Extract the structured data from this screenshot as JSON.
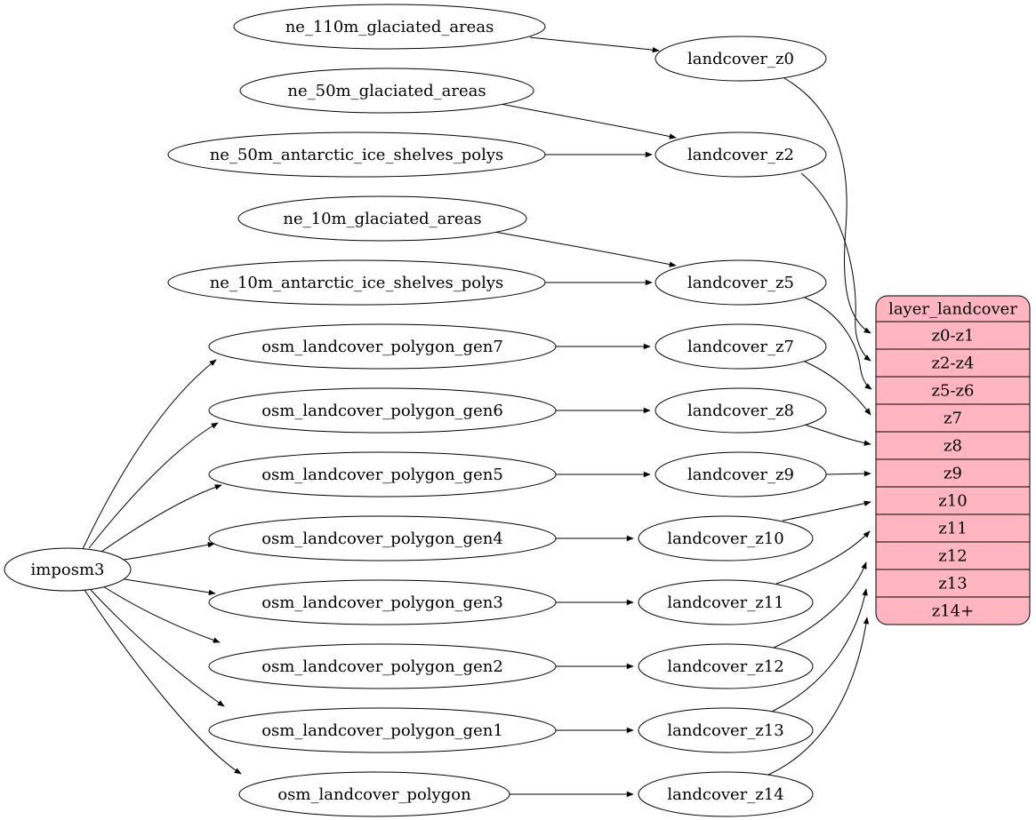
{
  "diagram": {
    "type": "dependency-graph",
    "colors": {
      "background": "#ffffff",
      "node_fill": "#ffffff",
      "node_stroke": "#000000",
      "edge": "#000000",
      "text": "#000000",
      "record_fill": "#ffb6c1",
      "record_stroke": "#000000"
    },
    "nodes": [
      {
        "id": "imposm3",
        "label": "imposm3"
      },
      {
        "id": "ne_110m_glaciated_areas",
        "label": "ne_110m_glaciated_areas"
      },
      {
        "id": "ne_50m_glaciated_areas",
        "label": "ne_50m_glaciated_areas"
      },
      {
        "id": "ne_50m_antarctic_ice_shelves_polys",
        "label": "ne_50m_antarctic_ice_shelves_polys"
      },
      {
        "id": "ne_10m_glaciated_areas",
        "label": "ne_10m_glaciated_areas"
      },
      {
        "id": "ne_10m_antarctic_ice_shelves_polys",
        "label": "ne_10m_antarctic_ice_shelves_polys"
      },
      {
        "id": "osm_landcover_polygon_gen7",
        "label": "osm_landcover_polygon_gen7"
      },
      {
        "id": "osm_landcover_polygon_gen6",
        "label": "osm_landcover_polygon_gen6"
      },
      {
        "id": "osm_landcover_polygon_gen5",
        "label": "osm_landcover_polygon_gen5"
      },
      {
        "id": "osm_landcover_polygon_gen4",
        "label": "osm_landcover_polygon_gen4"
      },
      {
        "id": "osm_landcover_polygon_gen3",
        "label": "osm_landcover_polygon_gen3"
      },
      {
        "id": "osm_landcover_polygon_gen2",
        "label": "osm_landcover_polygon_gen2"
      },
      {
        "id": "osm_landcover_polygon_gen1",
        "label": "osm_landcover_polygon_gen1"
      },
      {
        "id": "osm_landcover_polygon",
        "label": "osm_landcover_polygon"
      },
      {
        "id": "landcover_z0",
        "label": "landcover_z0"
      },
      {
        "id": "landcover_z2",
        "label": "landcover_z2"
      },
      {
        "id": "landcover_z5",
        "label": "landcover_z5"
      },
      {
        "id": "landcover_z7",
        "label": "landcover_z7"
      },
      {
        "id": "landcover_z8",
        "label": "landcover_z8"
      },
      {
        "id": "landcover_z9",
        "label": "landcover_z9"
      },
      {
        "id": "landcover_z10",
        "label": "landcover_z10"
      },
      {
        "id": "landcover_z11",
        "label": "landcover_z11"
      },
      {
        "id": "landcover_z12",
        "label": "landcover_z12"
      },
      {
        "id": "landcover_z13",
        "label": "landcover_z13"
      },
      {
        "id": "landcover_z14",
        "label": "landcover_z14"
      }
    ],
    "record": {
      "id": "layer_landcover",
      "title": "layer_landcover",
      "rows": [
        "z0-z1",
        "z2-z4",
        "z5-z6",
        "z7",
        "z8",
        "z9",
        "z10",
        "z11",
        "z12",
        "z13",
        "z14+"
      ]
    },
    "edges": [
      {
        "from": "ne_110m_glaciated_areas",
        "to": "landcover_z0"
      },
      {
        "from": "ne_50m_glaciated_areas",
        "to": "landcover_z2"
      },
      {
        "from": "ne_50m_antarctic_ice_shelves_polys",
        "to": "landcover_z2"
      },
      {
        "from": "ne_10m_glaciated_areas",
        "to": "landcover_z5"
      },
      {
        "from": "ne_10m_antarctic_ice_shelves_polys",
        "to": "landcover_z5"
      },
      {
        "from": "imposm3",
        "to": "osm_landcover_polygon_gen7"
      },
      {
        "from": "imposm3",
        "to": "osm_landcover_polygon_gen6"
      },
      {
        "from": "imposm3",
        "to": "osm_landcover_polygon_gen5"
      },
      {
        "from": "imposm3",
        "to": "osm_landcover_polygon_gen4"
      },
      {
        "from": "imposm3",
        "to": "osm_landcover_polygon_gen3"
      },
      {
        "from": "imposm3",
        "to": "osm_landcover_polygon_gen2"
      },
      {
        "from": "imposm3",
        "to": "osm_landcover_polygon_gen1"
      },
      {
        "from": "imposm3",
        "to": "osm_landcover_polygon"
      },
      {
        "from": "osm_landcover_polygon_gen7",
        "to": "landcover_z7"
      },
      {
        "from": "osm_landcover_polygon_gen6",
        "to": "landcover_z8"
      },
      {
        "from": "osm_landcover_polygon_gen5",
        "to": "landcover_z9"
      },
      {
        "from": "osm_landcover_polygon_gen4",
        "to": "landcover_z10"
      },
      {
        "from": "osm_landcover_polygon_gen3",
        "to": "landcover_z11"
      },
      {
        "from": "osm_landcover_polygon_gen2",
        "to": "landcover_z12"
      },
      {
        "from": "osm_landcover_polygon_gen1",
        "to": "landcover_z13"
      },
      {
        "from": "osm_landcover_polygon",
        "to": "landcover_z14"
      },
      {
        "from": "landcover_z0",
        "to": "layer_landcover",
        "port": "z0-z1"
      },
      {
        "from": "landcover_z2",
        "to": "layer_landcover",
        "port": "z2-z4"
      },
      {
        "from": "landcover_z5",
        "to": "layer_landcover",
        "port": "z5-z6"
      },
      {
        "from": "landcover_z7",
        "to": "layer_landcover",
        "port": "z7"
      },
      {
        "from": "landcover_z8",
        "to": "layer_landcover",
        "port": "z8"
      },
      {
        "from": "landcover_z9",
        "to": "layer_landcover",
        "port": "z9"
      },
      {
        "from": "landcover_z10",
        "to": "layer_landcover",
        "port": "z10"
      },
      {
        "from": "landcover_z11",
        "to": "layer_landcover",
        "port": "z11"
      },
      {
        "from": "landcover_z12",
        "to": "layer_landcover",
        "port": "z12"
      },
      {
        "from": "landcover_z13",
        "to": "layer_landcover",
        "port": "z13"
      },
      {
        "from": "landcover_z14",
        "to": "layer_landcover",
        "port": "z14+"
      }
    ]
  }
}
